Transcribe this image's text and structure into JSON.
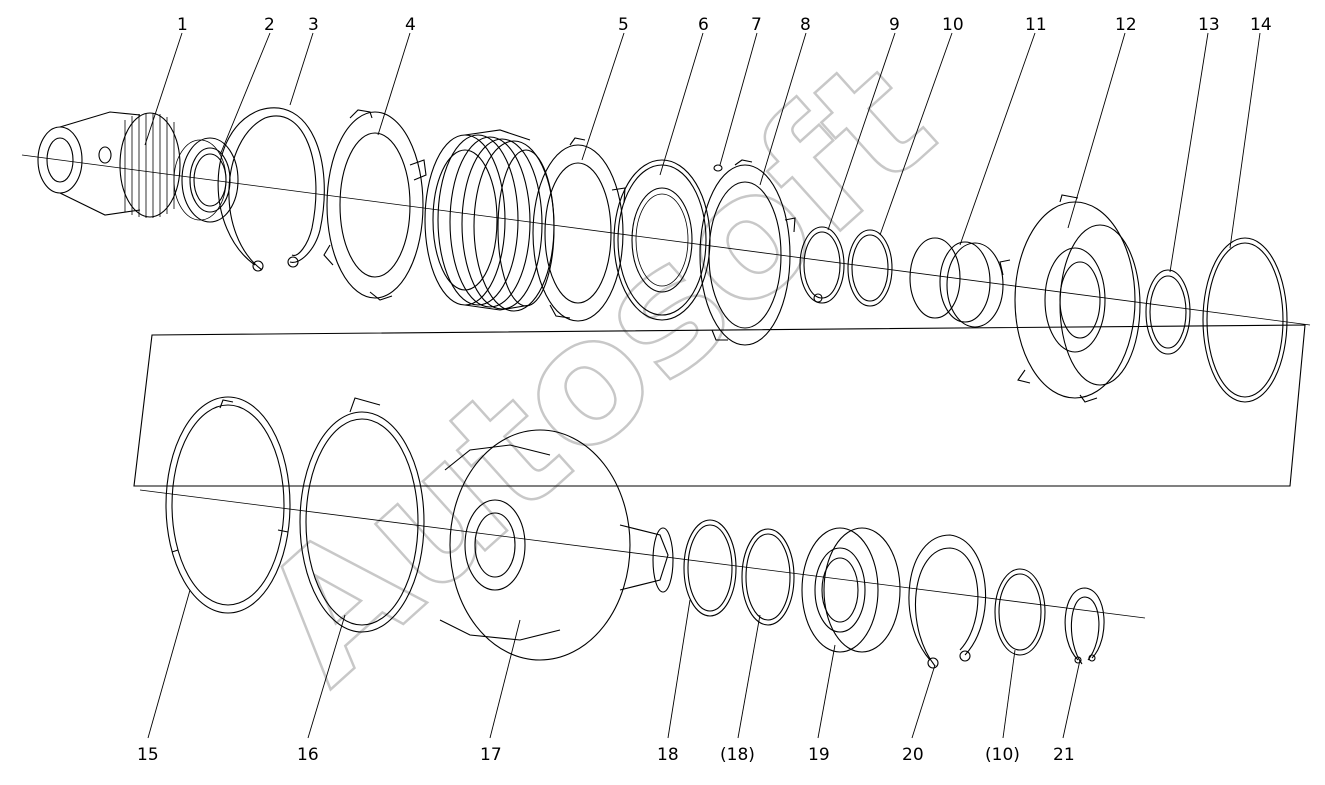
{
  "diagram": {
    "top_labels": [
      "1",
      "2",
      "3",
      "4",
      "5",
      "6",
      "7",
      "8",
      "9",
      "10",
      "11",
      "12",
      "13",
      "14"
    ],
    "bottom_labels": [
      "15",
      "16",
      "17",
      "18",
      "(18)",
      "19",
      "20",
      "(10)",
      "21"
    ],
    "watermark": "Autosoft"
  },
  "colors": {
    "ink": "#000000",
    "watermark": "#c8c8c8",
    "background": "#ffffff"
  }
}
